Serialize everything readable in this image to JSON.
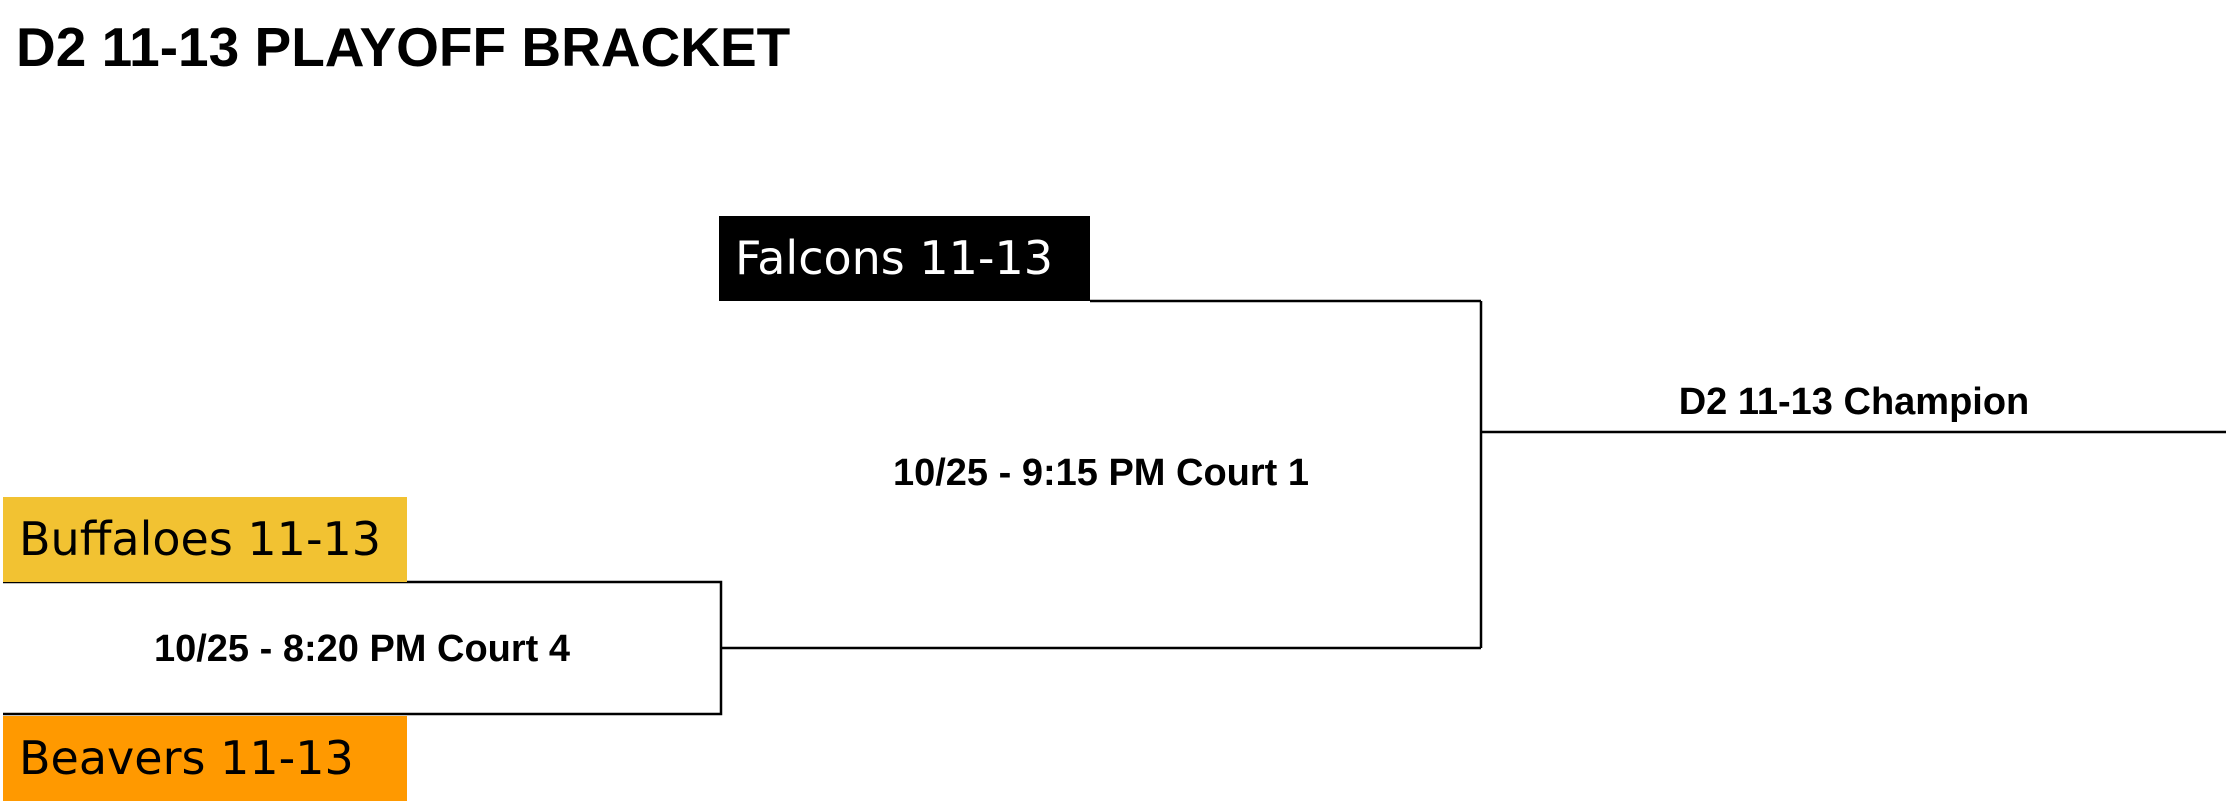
{
  "title": "D2 11-13 PLAYOFF BRACKET",
  "teams": {
    "falcons": {
      "label": "Falcons 11-13",
      "bg": "#000000",
      "fg": "#ffffff"
    },
    "buffaloes": {
      "label": "Buffaloes 11-13",
      "bg": "#f2c232",
      "fg": "#000000"
    },
    "beavers": {
      "label": "Beavers 11-13",
      "bg": "#ff9900",
      "fg": "#000000"
    }
  },
  "games": {
    "game1": "10/25 - 8:20 PM Court 4",
    "game2": "10/25 - 9:15 PM Court 1"
  },
  "champion": "D2 11-13 Champion"
}
